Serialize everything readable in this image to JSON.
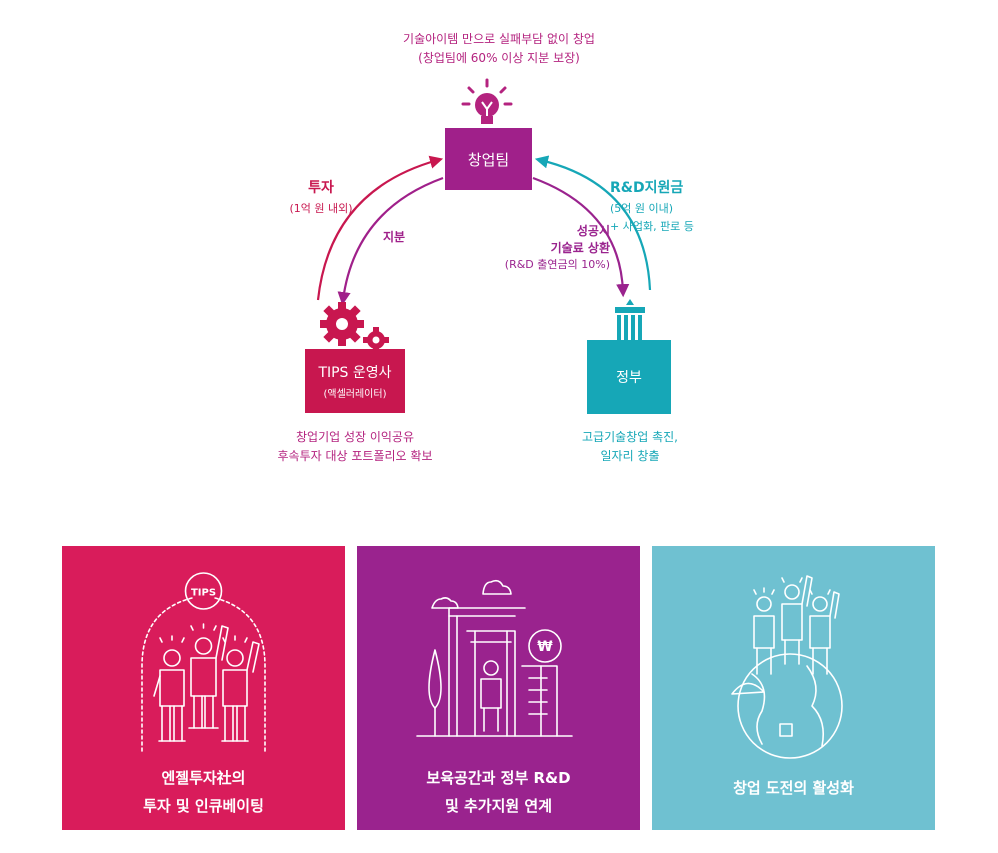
{
  "top": {
    "line1": "기술아이템 만으로 실패부담 없이 창업",
    "line2": "(창업팀에 60% 이상 지분 보장)"
  },
  "team_box": {
    "label": "창업팀",
    "icon": "lightbulb-icon"
  },
  "tips_box": {
    "label": "TIPS 운영사",
    "sub": "(액셀러레이터)",
    "icon": "gears-icon"
  },
  "gov_box": {
    "label": "정부",
    "icon": "building-icon"
  },
  "arrows": {
    "invest_title": "투자",
    "invest_sub": "(1억 원 내외)",
    "equity": "지분",
    "rnd_title": "R&D지원금",
    "rnd_sub1": "(5억 원 이내)",
    "rnd_sub2": "+ 사업화, 판로 등",
    "success_line1": "성공시",
    "success_line2": "기술료 상환",
    "success_line3": "(R&D 출연금의 10%)"
  },
  "tips_desc": {
    "line1": "창업기업 성장 이익공유",
    "line2": "후속투자 대상 포트폴리오 확보"
  },
  "gov_desc": {
    "line1": "고급기술창업 촉진,",
    "line2": "일자리 창출"
  },
  "cards": [
    {
      "line1": "엔젤투자社의",
      "line2": "투자 및 인큐베이팅",
      "badge": "TIPS",
      "color": "#d91c5b"
    },
    {
      "line1": "보육공간과 정부 R&D",
      "line2": "및 추가지원 연계",
      "badge": "₩",
      "color": "#9a238e"
    },
    {
      "line1": "창업 도전의 활성화",
      "color": "#6fc1d1"
    }
  ],
  "colors": {
    "magenta": "#b4237f",
    "purple_box": "#a0208a",
    "tips_red": "#c8174f",
    "teal": "#16a7b7",
    "arrow_invest": "#c8174f",
    "arrow_equity": "#a0208a",
    "arrow_repay": "#9a238e",
    "arrow_rnd": "#16a7b7"
  }
}
